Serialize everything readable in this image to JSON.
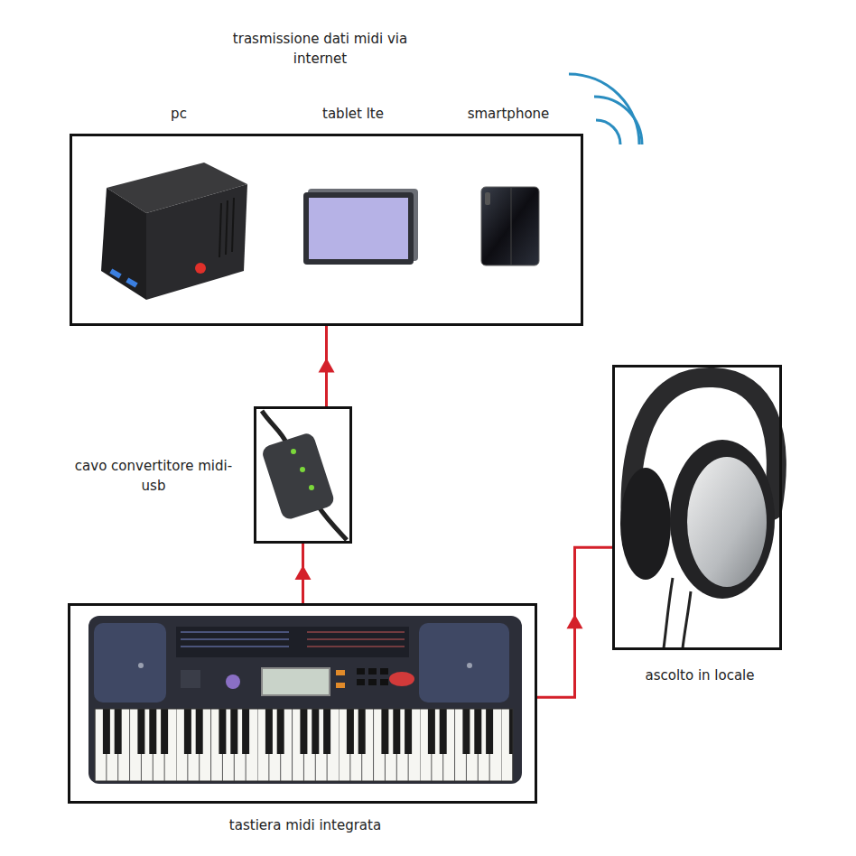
{
  "diagram": {
    "nodes": [
      {
        "text": [
          "pc",
          "tablet lte",
          "smartphone"
        ]
      },
      {
        "text": [
          "cavo convertitore midi-usb"
        ]
      },
      {
        "text": [
          "tastiera midi integrata"
        ]
      },
      {
        "text": [
          "ascolto in locale"
        ]
      }
    ],
    "edges": [
      {
        "from": 2,
        "to": 1,
        "arrow": "to"
      },
      {
        "from": 1,
        "to": 0,
        "arrow": "to"
      },
      {
        "from": 2,
        "to": 3,
        "arrow": "to"
      }
    ],
    "labels": [
      "trasmissione dati midi via internet"
    ]
  }
}
